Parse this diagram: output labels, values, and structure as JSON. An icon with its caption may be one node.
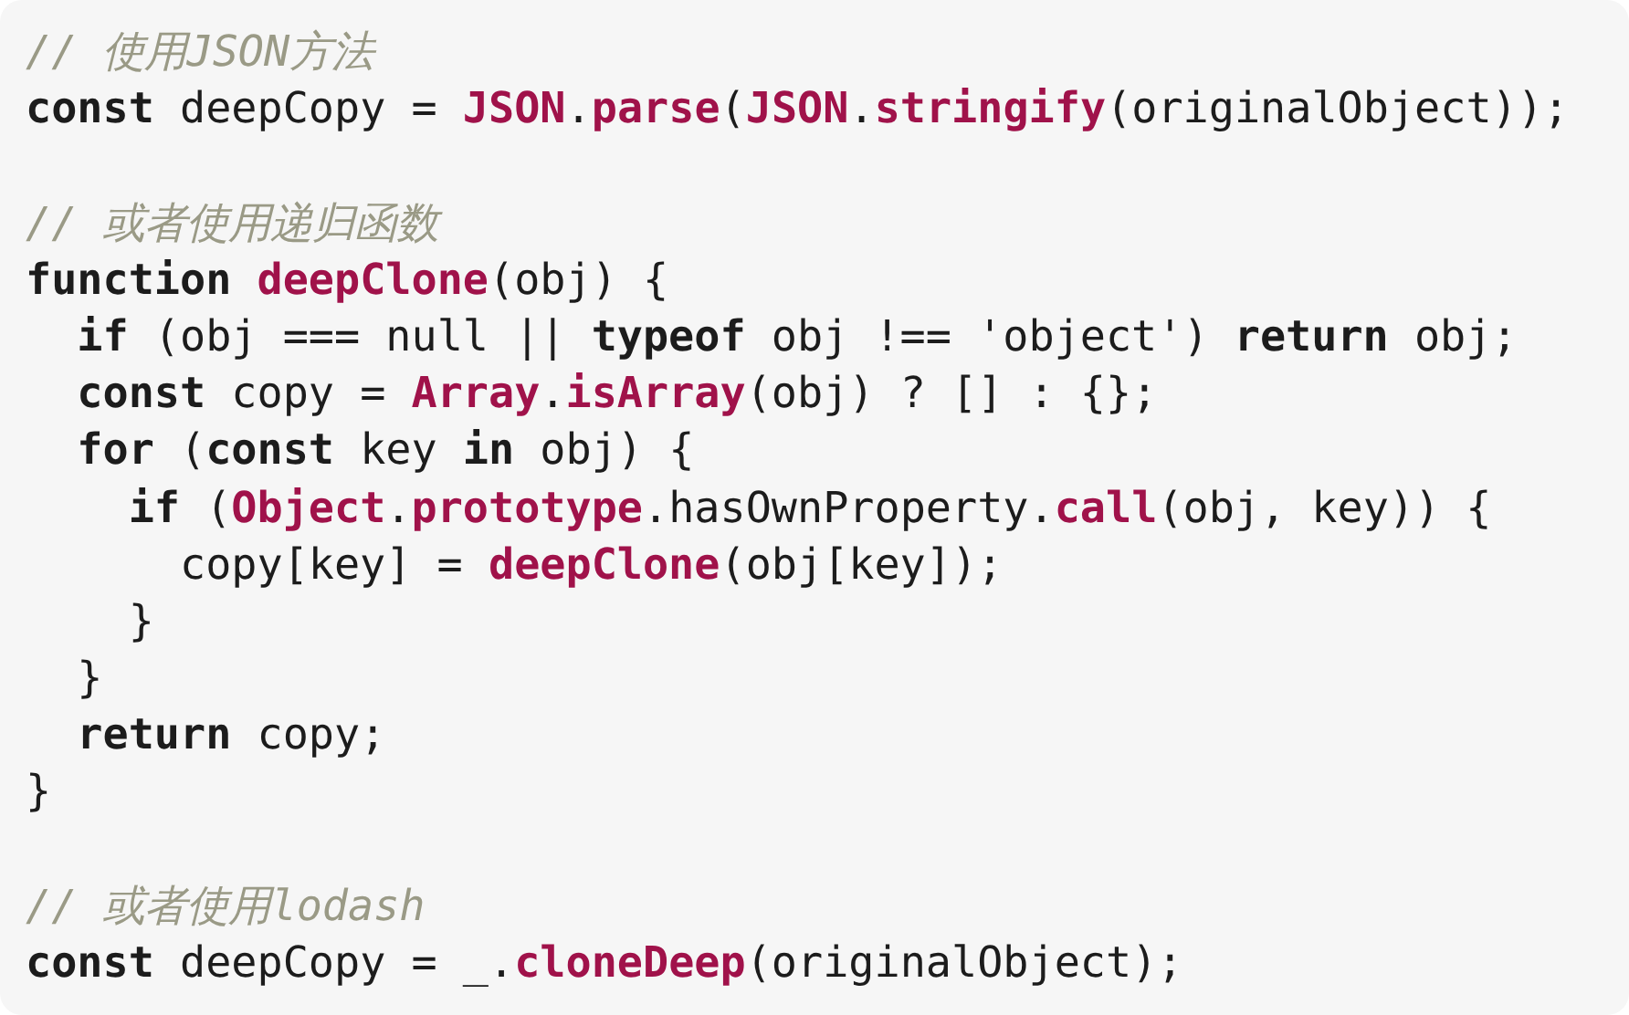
{
  "diagram": {
    "labels": [
      "// 使用JSON方法",
      "**const** deepCopy = **JSON**.**parse**(**JSON**.**stringify**(originalObject));",
      "// 或者使用递归函数",
      "**function** **deepClone**(obj) {",
      "**if** (obj === null || **typeof** obj !== 'object') **return** obj;",
      "**const** copy = **Array**.**isArray**(obj) ? [] : {};",
      "**for** (**const** key **in** obj) {",
      "**if** (**Object**.**prototype**.hasOwnProperty.**call**(obj, key)) {",
      "copy[key] = **deepClone**(obj[key]);",
      "}",
      "}",
      "**return** copy;",
      "}",
      "// 或者使用lodash",
      "**const** deepCopy = _.**cloneDeep**(originalObject);"
    ]
  }
}
